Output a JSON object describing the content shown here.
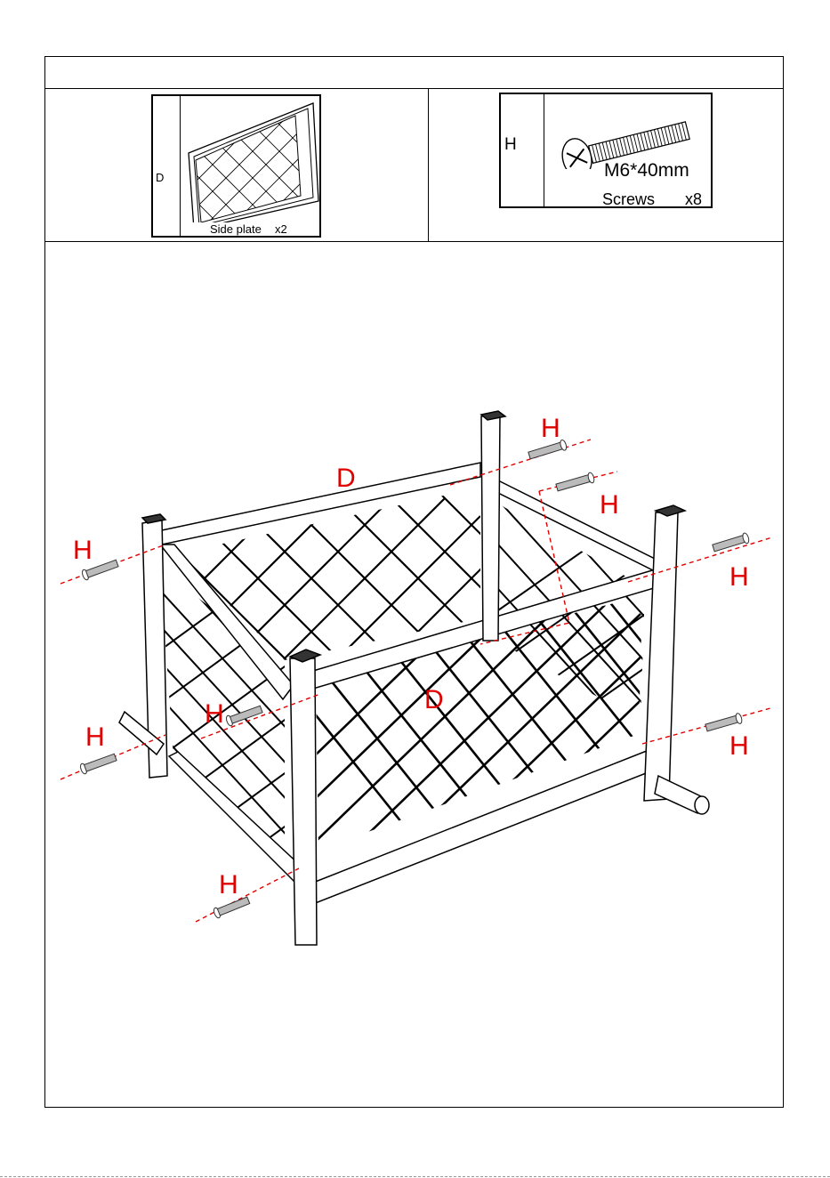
{
  "parts": [
    {
      "letter": "D",
      "caption": "Side plate",
      "quantity": "x2"
    },
    {
      "letter": "H",
      "spec": "M6*40mm",
      "caption": "Screws",
      "quantity": "x8"
    }
  ],
  "diagram_labels": {
    "panel_back": "D",
    "panel_front": "D",
    "screw": "H"
  },
  "colors": {
    "label": "#e00000",
    "line": "#000000"
  }
}
